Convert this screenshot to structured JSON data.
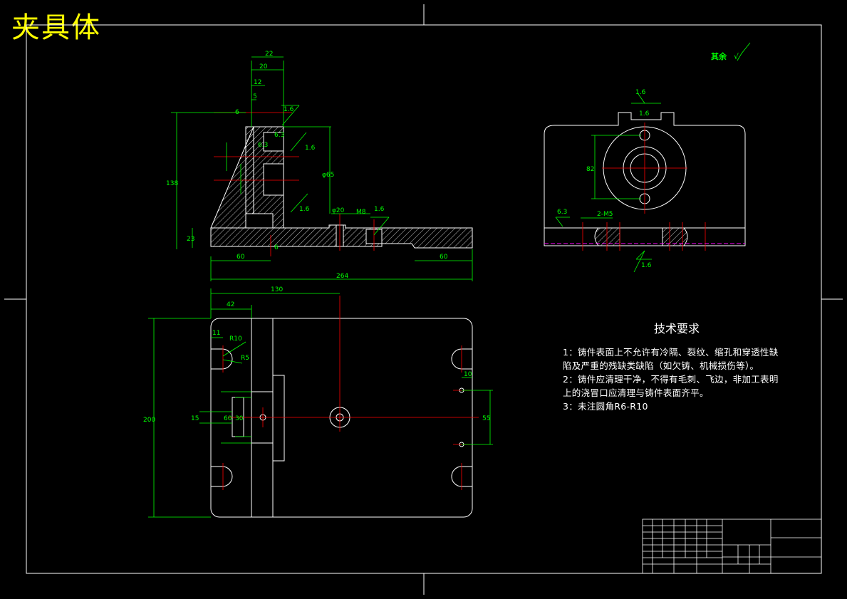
{
  "drawing_title": "夹具体",
  "surface_note": "其余",
  "tech_requirements": {
    "heading": "技术要求",
    "lines": [
      "1：铸件表面上不允许有冷隔、裂纹、缩孔和穿透性缺",
      "陷及严重的残缺类缺陷（如欠铸、机械损伤等）。",
      "2：铸件应清理干净，不得有毛刺、飞边，非加工表明",
      "上的浇冒口应清理与铸件表面齐平。",
      "3：未注圆角R6-R10"
    ]
  },
  "dimensions": {
    "front": [
      "22",
      "20",
      "12",
      "5",
      "6",
      "1.6",
      "6.3",
      "6.3",
      "1.6",
      "1.6",
      "1.6",
      "6",
      "φ65",
      "138",
      "23",
      "60",
      "φ20",
      "M8",
      "264",
      "60"
    ],
    "plan": [
      "130",
      "42",
      "11",
      "R10",
      "R5",
      "200",
      "15",
      "60",
      "30",
      "10",
      "55"
    ],
    "side": [
      "1.6",
      "1.6",
      "82",
      "6.3",
      "2-M5",
      "1.6"
    ]
  },
  "colors": {
    "outline": "#ffffff",
    "dimension": "#00ff00",
    "center": "#ff0000",
    "hidden": "#ff00ff",
    "title": "#ffff00"
  }
}
